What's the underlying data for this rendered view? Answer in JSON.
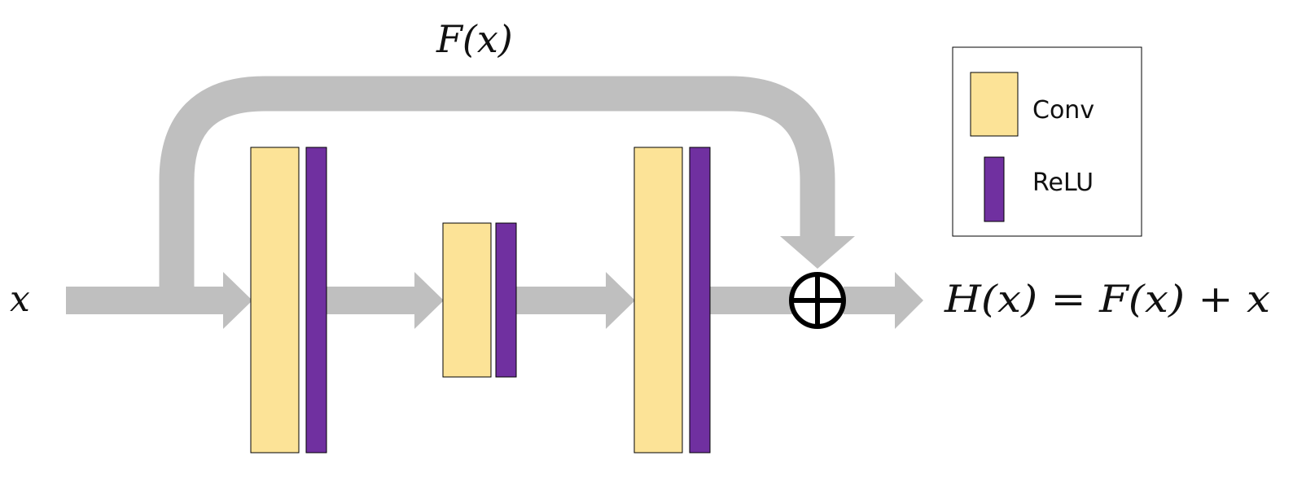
{
  "labels": {
    "input": "x",
    "residual": "F(x)",
    "output": "H(x) = F(x) + x"
  },
  "legend": {
    "items": [
      {
        "label": "Conv",
        "color": "#FCE397"
      },
      {
        "label": "ReLU",
        "color": "#7030A0"
      }
    ]
  },
  "colors": {
    "arrow": "#BFBFBF",
    "conv": "#FCE397",
    "relu": "#7030A0",
    "border": "#000000"
  },
  "icons": {
    "sum": "circle-plus-icon"
  }
}
